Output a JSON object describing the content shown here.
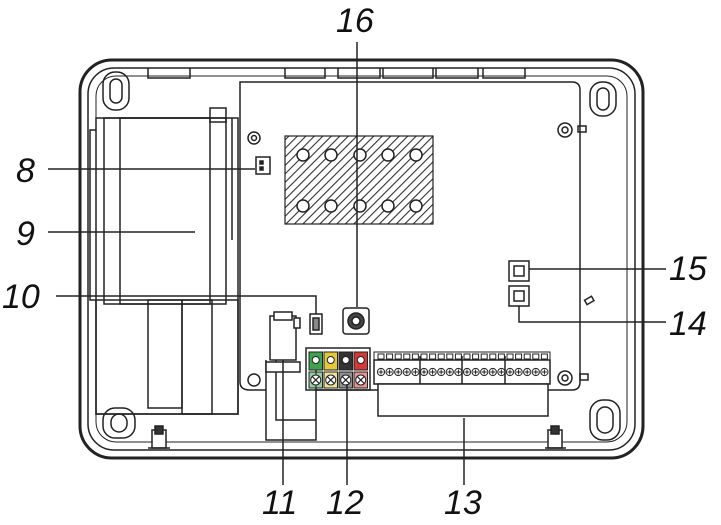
{
  "callouts": {
    "c8": "8",
    "c9": "9",
    "c10": "10",
    "c11": "11",
    "c12": "12",
    "c13": "13",
    "c14": "14",
    "c15": "15",
    "c16": "16"
  },
  "terminal_colors": [
    "#3fa34d",
    "#e3c83a",
    "#333333",
    "#d23a3a"
  ],
  "colors": {
    "line": "#222222",
    "hatch": "#333333"
  }
}
